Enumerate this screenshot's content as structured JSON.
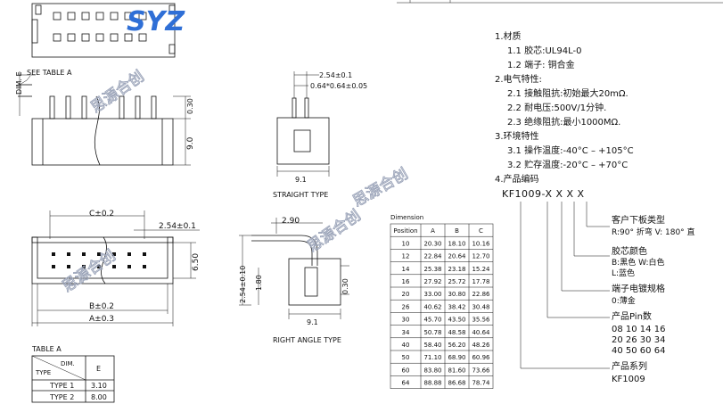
{
  "logo": {
    "text": "SYZ"
  },
  "watermarks": [
    "思源合创",
    "思源合创",
    "思源合创",
    "思源合创"
  ],
  "top_view": {
    "dim_e_label": "DIM. E",
    "see_table": "SEE TABLE A",
    "dim_030": "0.30",
    "dim_90": "9.0"
  },
  "straight_view": {
    "dim_254": "2.54±0.1",
    "dim_064": "0.64*0.64±0.05",
    "dim_91": "9.1",
    "label": "STRAIGHT TYPE"
  },
  "front_view": {
    "dim_c": "C±0.2",
    "dim_254": "2.54±0.1",
    "dim_650": "6.50",
    "dim_b": "B±0.2",
    "dim_a": "A±0.3"
  },
  "right_angle_view": {
    "dim_290": "2.90",
    "dim_254": "2.54±0.10",
    "dim_180": "1.80",
    "dim_030": "0.30",
    "dim_91": "9.1",
    "label": "RIGHT ANGLE TYPE"
  },
  "table_a": {
    "title": "TABLE A",
    "corner_dim": "DIM.",
    "corner_type": "TYPE",
    "col": "E",
    "rows": [
      {
        "type": "TYPE  1",
        "e": "3.10"
      },
      {
        "type": "TYPE  2",
        "e": "8.00"
      }
    ]
  },
  "dimension_table": {
    "title": "Dimension",
    "headers": [
      "Position",
      "A",
      "B",
      "C"
    ],
    "rows": [
      [
        "10",
        "20.30",
        "18.10",
        "10.16"
      ],
      [
        "12",
        "22.84",
        "20.64",
        "12.70"
      ],
      [
        "14",
        "25.38",
        "23.18",
        "15.24"
      ],
      [
        "16",
        "27.92",
        "25.72",
        "17.78"
      ],
      [
        "20",
        "33.00",
        "30.80",
        "22.86"
      ],
      [
        "26",
        "40.62",
        "38.42",
        "30.48"
      ],
      [
        "30",
        "45.70",
        "43.50",
        "35.56"
      ],
      [
        "34",
        "50.78",
        "48.58",
        "40.64"
      ],
      [
        "40",
        "58.40",
        "56.20",
        "48.26"
      ],
      [
        "50",
        "71.10",
        "68.90",
        "60.96"
      ],
      [
        "60",
        "83.80",
        "81.60",
        "73.66"
      ],
      [
        "64",
        "88.88",
        "86.68",
        "78.74"
      ]
    ]
  },
  "specs": {
    "lines": [
      "1.材质",
      "1.1  胶芯:UL94L-0",
      "1.2  端子:  铜合金",
      "2.电气特性:",
      "2.1  接触阻抗:初始最大20mΩ.",
      "2.2  耐电压:500V/1分钟.",
      "2.3  绝缘阻抗:最小1000MΩ.",
      "3.环境特性",
      "3.1  操作温度:-40°C  –  +105°C",
      "3.2  贮存温度:-20°C  –  +70°C",
      "4.产品编码"
    ]
  },
  "part_code": {
    "code": "KF1009-X X X X",
    "board_type_title": "客户下板类型",
    "board_type_values": "R:90° 折弯   V: 180° 直",
    "color_title": "胶芯颜色",
    "color_values_1": "B:黑色  W:白色",
    "color_values_2": "L:蓝色",
    "plating_title": "端子电镀规格",
    "plating_values": "0:薄金",
    "pins_title": "产品Pin数",
    "pins_row_1": "08  10  14  16",
    "pins_row_2": "20  26  30  34",
    "pins_row_3": "40  50  60  64",
    "series_title": "产品系列",
    "series_value": "KF1009"
  }
}
